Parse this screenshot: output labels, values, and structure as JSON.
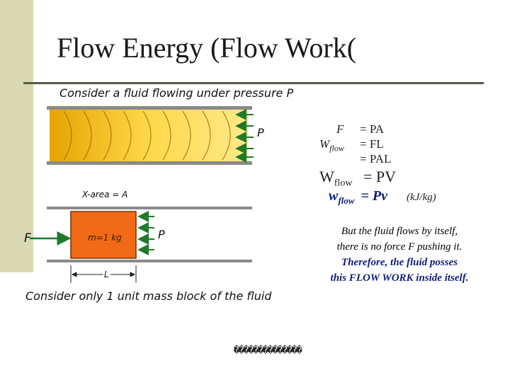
{
  "slide": {
    "title": "Flow Energy (Flow Work(",
    "subtitle": "Consider a fluid flowing under pressure P",
    "footer_note": "Consider only 1 unit mass block of the fluid",
    "garbled_footer": "��������������"
  },
  "diagram_top": {
    "pressure_label": "P"
  },
  "diagram_bottom": {
    "area_label": "X-area = A",
    "mass_label": "m=1 kg",
    "force_label": "F",
    "pressure_label": "P",
    "length_label": "L"
  },
  "equations": {
    "lhs_f": "F",
    "lhs_w": "W",
    "lhs_w_sub": "flow",
    "rhs1": "= PA",
    "rhs2": "= FL",
    "rhs3": "= PAL",
    "big_w": "W",
    "big_w_sub": "flow",
    "big_rhs": "= PV",
    "small_w": "w",
    "small_w_sub": "flow",
    "small_rhs": "= Pv",
    "units": "(kJ/kg)"
  },
  "explanation": {
    "line1": "But the fluid flows by itself,",
    "line2": "there is no force F pushing it.",
    "line3": "Therefore, the fluid posses",
    "line4": "this FLOW WORK inside itself."
  },
  "colors": {
    "sidebar": "#d9d9b4",
    "fluid_gradient_start": "#e0a000",
    "fluid_gradient_end": "#ffe35a",
    "arrow_green": "#1f7a2a",
    "mass_block": "#f06a18",
    "emphasis_blue": "#0d1f7a"
  }
}
